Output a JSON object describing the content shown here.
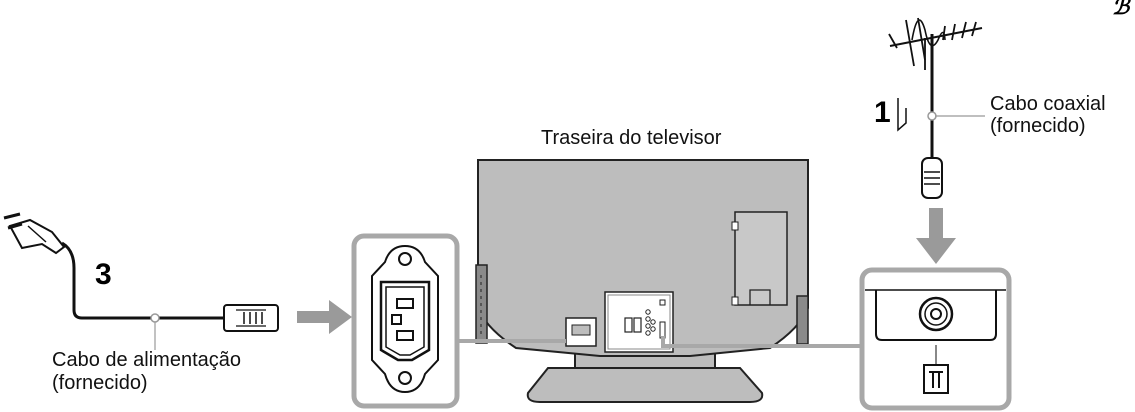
{
  "labels": {
    "tv_rear": "Traseira do televisor",
    "coax_line1": "Cabo coaxial",
    "coax_line2": "(fornecido)",
    "power_line1": "Cabo de alimentação",
    "power_line2": "(fornecido)"
  },
  "steps": {
    "antenna_step": "1",
    "power_step": "3"
  },
  "corner_mark": "ℬ",
  "colors": {
    "tv_body": "#bdbdbd",
    "panel_frame": "#a8a8a8",
    "arrow": "#9a9a9a",
    "cable": "#111111"
  }
}
